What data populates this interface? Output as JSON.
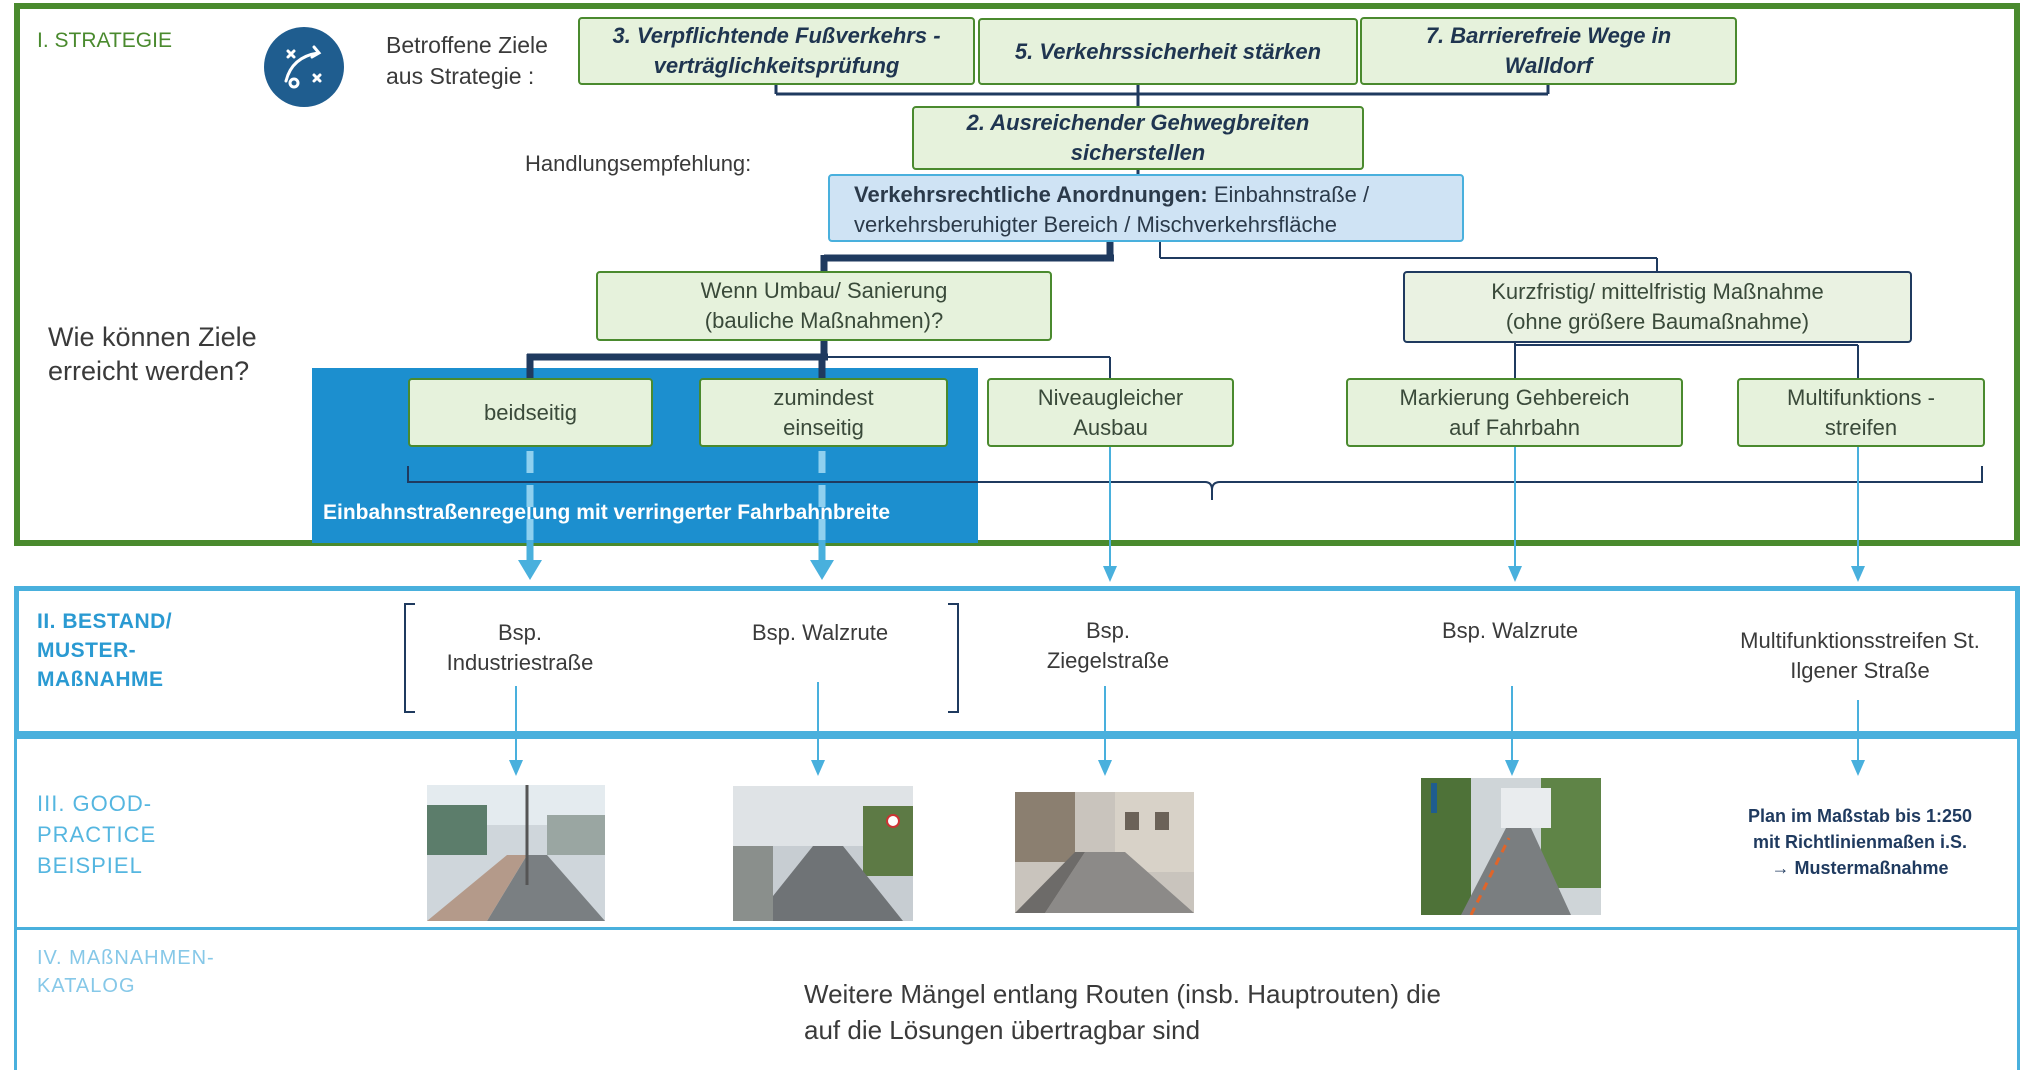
{
  "sections": {
    "strategie": "I. STRATEGIE",
    "bestand": [
      "II. BESTAND/",
      "MUSTER-",
      "MAßNAHME"
    ],
    "good_practice": [
      "III. GOOD-",
      "PRACTICE",
      "BEISPIEL"
    ],
    "massnahmen": [
      "IV.   MAßNAHMEN-",
      "KATALOG"
    ]
  },
  "betroffene_ziele_label": [
    "Betroffene Ziele",
    "aus Strategie :"
  ],
  "goals": [
    [
      "3.  Verpflichtende Fußverkehrs -",
      "verträglichkeitsprüfung"
    ],
    [
      "5.  Verkehrssicherheit stärken"
    ],
    [
      "7.  Barrierefreie Wege in",
      "Walldorf"
    ]
  ],
  "goal_main": [
    "2. Ausreichender Gehwegbreiten",
    "sicherstellen"
  ],
  "handlungsempfehlung_label": "Handlungsempfehlung:",
  "recommendation": {
    "bold": "Verkehrsrechtliche Anordnungen:",
    "line1_rest": " Einbahnstraße /",
    "line2": "verkehrsberuhigter Bereich / Mischverkehrsfläche"
  },
  "question": [
    "Wie können Ziele",
    "erreicht werden?"
  ],
  "branch_left": [
    "Wenn Umbau/ Sanierung",
    "(bauliche Maßnahmen)?"
  ],
  "branch_right": [
    "Kurzfristig/ mittelfristig Maßnahme",
    "(ohne größere Baumaßnahme)"
  ],
  "options": {
    "beidseitig": [
      "beidseitig"
    ],
    "zumindest": [
      "zumindest",
      "einseitig"
    ],
    "niveau": [
      "Niveaugleicher",
      "Ausbau"
    ],
    "markierung": [
      "Markierung Gehbereich",
      "auf Fahrbahn"
    ],
    "multi": [
      "Multifunktions -",
      "streifen"
    ]
  },
  "einbahn_label": "Einbahnstraßenregelung mit verringerter Fahrbahnbreite",
  "examples": {
    "industrie": [
      "Bsp.",
      "Industriestraße"
    ],
    "walzrute1": [
      "Bsp. Walzrute"
    ],
    "ziegel": [
      "Bsp.",
      "Ziegelstraße"
    ],
    "walzrute2": [
      "Bsp. Walzrute"
    ],
    "multi": [
      "Multifunktionsstreifen St.",
      "Ilgener Straße"
    ]
  },
  "plan_text": [
    "Plan im Maßstab bis 1:250",
    "mit Richtlinienmaßen i.S.",
    "→ Mustermaßnahme"
  ],
  "catalog_text": [
    "Weitere Mängel entlang Routen (insb. Hauptrouten) die",
    "auf die Lösungen übertragbar sind"
  ],
  "colors": {
    "green": "#4a8a2e",
    "light_green": "#e6f2dc",
    "blue": "#49b0dd",
    "dark_blue": "#1c8fcf",
    "navy": "#1f3a5f"
  },
  "icons": [
    "strategy-icon"
  ]
}
